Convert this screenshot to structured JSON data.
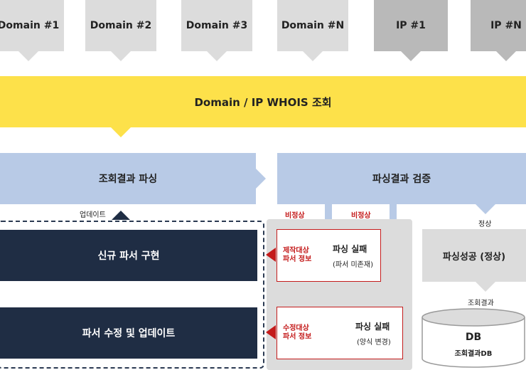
{
  "sources": [
    {
      "label": "Domain #1",
      "kind": "domain"
    },
    {
      "label": "Domain #2",
      "kind": "domain"
    },
    {
      "label": "Domain #3",
      "kind": "domain"
    },
    {
      "label": "Domain #N",
      "kind": "domain"
    },
    {
      "label": "IP #1",
      "kind": "ip"
    },
    {
      "label": "IP #N",
      "kind": "ip"
    }
  ],
  "whois_bar": {
    "label": "Domain / IP WHOIS 조회"
  },
  "parse_box": {
    "label": "조회결과 파싱"
  },
  "verify_box": {
    "label": "파싱결과 검증"
  },
  "update_label": "업데이트",
  "abnormal_label_1": "비정상",
  "abnormal_label_2": "비정상",
  "normal_label": "정상",
  "new_parser": {
    "label": "신규 파서 구현"
  },
  "fix_parser": {
    "label": "파서 수정 및 업데이트"
  },
  "fail1": {
    "title": "파싱 실패",
    "sub": "(파서 미존재)",
    "tag1": "제작대상",
    "tag2": "파서 정보"
  },
  "fail2": {
    "title": "파싱 실패",
    "sub": "(양식 변경)",
    "tag1": "수정대상",
    "tag2": "파서 정보"
  },
  "success": {
    "label": "파싱성공 (정상)"
  },
  "result_label": "조회결과",
  "db": {
    "title": "DB",
    "sub": "조회결과DB"
  },
  "colors": {
    "yellow": "#fde14a",
    "blue": "#b8cae6",
    "navy": "#1f2d44",
    "red": "#c41b1b",
    "gray": "#dcdcdc"
  }
}
